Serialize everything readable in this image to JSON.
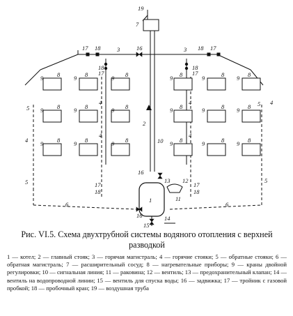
{
  "figure": {
    "caption_title": "Рис. VI.5. Схема двухтрубной системы водяного отопления с верхней разводкой",
    "legend_items": [
      "1 — котел;",
      "2 — главный стояк;",
      "3 — горячая магистраль;",
      "4 — горячие стояки;",
      "5 — обратные стояки;",
      "6 — обратная магистраль;",
      "7 — расширительный сосуд;",
      "8 — нагревательные приборы;",
      "9 — краны двойной регулировки;",
      "10 — сигнальная линия;",
      "11 — раковина;",
      "12 — вентиль;",
      "13 — предохранительный клапан;",
      "14 — вентиль на водопроводной линии;",
      "15 — вентиль для спуска воды;",
      "16 — задвижка;",
      "17 — тройник с газовой пробкой;",
      "18 — пробочный кран;",
      "19 — воздушная труба"
    ]
  },
  "diagram": {
    "labels": {
      "boiler": "1",
      "main_riser": "2",
      "hot_main": "3",
      "hot_riser": "4",
      "return_riser": "5",
      "return_main": "6",
      "expansion_tank": "7",
      "radiator": "8",
      "double_valve": "9",
      "signal_line": "10",
      "sink": "11",
      "valve": "12",
      "safety_valve": "13",
      "water_supply_valve": "14",
      "drain_valve": "15",
      "gate_valve": "16",
      "tee_plug": "17",
      "plug_cock": "18",
      "air_pipe": "19"
    }
  }
}
